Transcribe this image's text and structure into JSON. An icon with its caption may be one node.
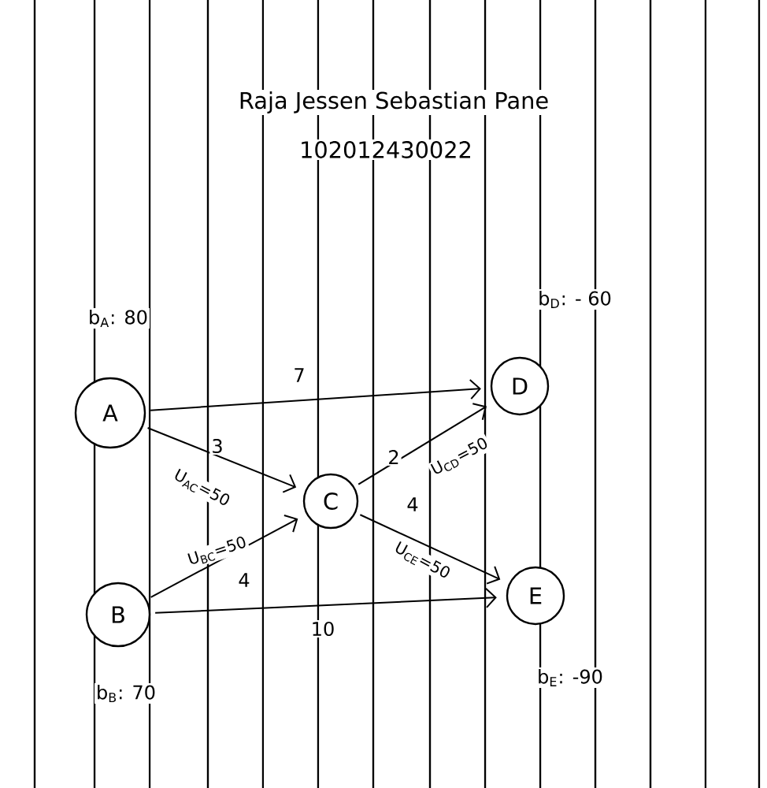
{
  "diagram": {
    "title": "Raja Jessen Sebastian Pane",
    "nodes": [
      {
        "text": [
          "A"
        ],
        "beside": [
          "b$_{A}$: 80"
        ]
      },
      {
        "text": [
          "B"
        ],
        "beside": [
          "b$_{B}$: 70"
        ]
      },
      {
        "text": [
          "C"
        ]
      },
      {
        "text": [
          "D"
        ],
        "beside": [
          "b$_{D}$: - 60"
        ]
      },
      {
        "text": [
          "E"
        ],
        "beside": [
          "b$_{E}$: -90"
        ]
      }
    ],
    "edges": [
      {
        "from": 0,
        "to": 3,
        "arrow": "to",
        "label": "7"
      },
      {
        "from": 0,
        "to": 2,
        "arrow": "to",
        "label": "3"
      },
      {
        "from": 2,
        "to": 3,
        "arrow": "to",
        "label": "2"
      },
      {
        "from": 2,
        "to": 4,
        "arrow": "to",
        "label": "4"
      },
      {
        "from": 1,
        "to": 2,
        "arrow": "to",
        "label": "4"
      },
      {
        "from": 1,
        "to": 4,
        "arrow": "to",
        "label": "10"
      }
    ],
    "labels": [
      "102012430022",
      "U$_{CD}$=50",
      "U$_{AC}$=50",
      "U$_{BC}$=50",
      "U$_{CE}$=50"
    ]
  }
}
